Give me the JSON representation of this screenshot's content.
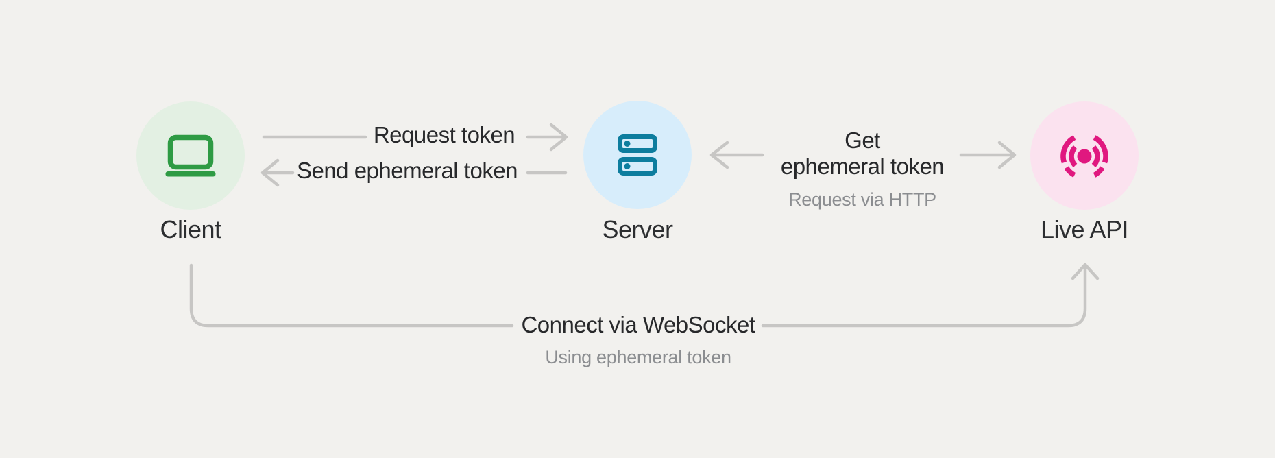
{
  "diagram": {
    "background_color": "#f2f1ee",
    "line_color": "#c7c6c4",
    "text_color": "#28292b",
    "muted_text_color": "#8b8d90",
    "nodes": {
      "client": {
        "label": "Client",
        "icon": "laptop-icon",
        "circle_color": "#e3f0e3",
        "icon_color": "#2e9b44"
      },
      "server": {
        "label": "Server",
        "icon": "server-rack-icon",
        "circle_color": "#d7edfb",
        "icon_color": "#0d7d9e"
      },
      "live_api": {
        "label": "Live API",
        "icon": "live-broadcast-icon",
        "circle_color": "#fbe2ef",
        "icon_color": "#e0187f"
      }
    },
    "edges": {
      "request_token": {
        "label": "Request token",
        "from": "Client",
        "to": "Server"
      },
      "send_ephemeral_token": {
        "label": "Send ephemeral token",
        "from": "Server",
        "to": "Client"
      },
      "get_ephemeral_token": {
        "label_line1": "Get",
        "label_line2": "ephemeral token",
        "sublabel": "Request via HTTP",
        "from": "Server",
        "to": "Live API"
      },
      "connect_websocket": {
        "label": "Connect via WebSocket",
        "sublabel": "Using ephemeral token",
        "from": "Client",
        "to": "Live API"
      }
    }
  }
}
